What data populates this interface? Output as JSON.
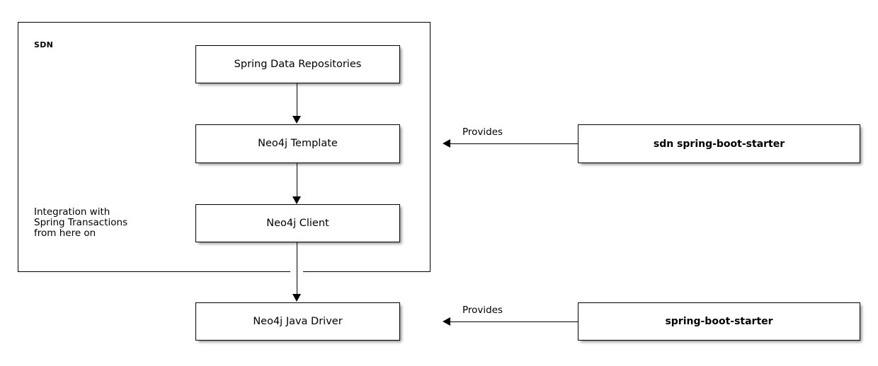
{
  "diagram": {
    "type": "component-architecture",
    "package": {
      "label": "SDN"
    },
    "notes": [
      {
        "id": "integration-note",
        "lines": [
          "Integration with",
          "Spring Transactions",
          "from here on"
        ],
        "text": "Integration with\nSpring Transactions\nfrom here on"
      }
    ],
    "nodes": [
      {
        "id": "spring-data-repositories",
        "label": "Spring Data Repositories",
        "inside_package": true,
        "bold": false
      },
      {
        "id": "neo4j-template",
        "label": "Neo4j Template",
        "inside_package": true,
        "bold": false
      },
      {
        "id": "neo4j-client",
        "label": "Neo4j Client",
        "inside_package": true,
        "bold": false
      },
      {
        "id": "neo4j-java-driver",
        "label": "Neo4j Java Driver",
        "inside_package": false,
        "bold": false
      },
      {
        "id": "sdn-spring-boot-starter",
        "label": "sdn spring-boot-starter",
        "inside_package": false,
        "bold": true
      },
      {
        "id": "spring-boot-starter",
        "label": "spring-boot-starter",
        "inside_package": false,
        "bold": true
      }
    ],
    "edges": [
      {
        "id": "repos-to-template",
        "from": "spring-data-repositories",
        "to": "neo4j-template",
        "label": "",
        "direction": "down"
      },
      {
        "id": "template-to-client",
        "from": "neo4j-template",
        "to": "neo4j-client",
        "label": "",
        "direction": "down"
      },
      {
        "id": "client-to-driver",
        "from": "neo4j-client",
        "to": "neo4j-java-driver",
        "label": "",
        "direction": "down"
      },
      {
        "id": "sdn-starter-provides",
        "from": "sdn-spring-boot-starter",
        "to": "neo4j-template",
        "label": "Provides",
        "direction": "left"
      },
      {
        "id": "boot-starter-provides",
        "from": "spring-boot-starter",
        "to": "neo4j-java-driver",
        "label": "Provides",
        "direction": "left"
      }
    ]
  },
  "colors": {
    "background": "#ffffff",
    "stroke": "#000000",
    "node_fill": "#ffffff",
    "shadow": "rgba(0,0,0,0.45)"
  }
}
